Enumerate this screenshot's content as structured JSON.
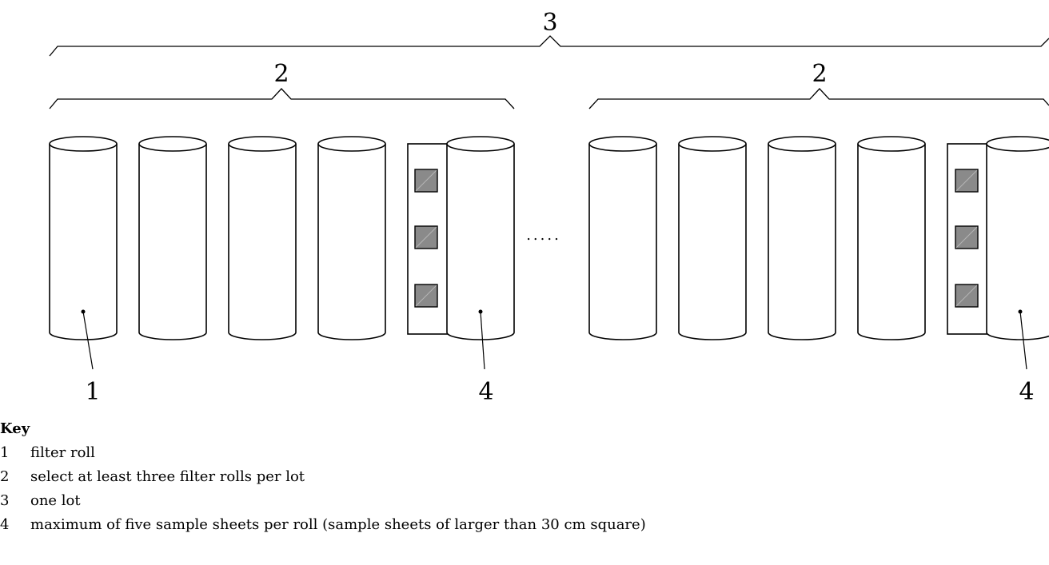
{
  "diagram": {
    "labels": {
      "lot": "3",
      "selection_left": "2",
      "selection_right": "2",
      "roll_callout": "1",
      "sample_callout_left": "4",
      "sample_callout_right": "4",
      "ellipsis": "....."
    },
    "colors": {
      "stroke": "#000000",
      "sample_fill": "#8a8a8a"
    }
  },
  "key": {
    "title": "Key",
    "items": [
      {
        "num": "1",
        "text": "filter roll"
      },
      {
        "num": "2",
        "text": "select at least three filter rolls per lot"
      },
      {
        "num": "3",
        "text": "one lot"
      },
      {
        "num": "4",
        "text": "maximum of five sample sheets per roll (sample sheets of larger than 30 cm square)"
      }
    ]
  }
}
